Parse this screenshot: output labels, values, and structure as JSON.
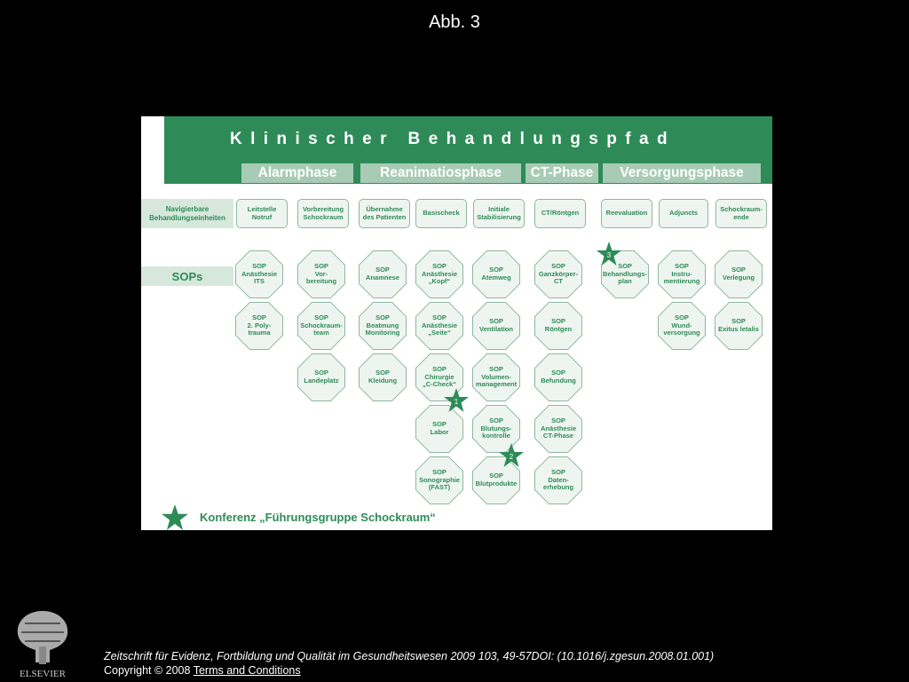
{
  "figure_label": "Abb. 3",
  "diagram": {
    "title": "Klinischer Behandlungspfad",
    "phases": [
      "Alarmphase",
      "Reanimatiosphase",
      "CT-Phase",
      "Versorgungsphase"
    ],
    "row_label_units": "Navigierbare\nBehandlungseinheiten",
    "row_label_sops": "SOPs",
    "units": [
      "Leitstelle\nNotruf",
      "Vorbereitung\nSchockraum",
      "Übernahme\ndes Patienten",
      "Basischeck",
      "Initiale\nStabilisierung",
      "CT/Röntgen",
      "Reevaluation",
      "Adjuncts",
      "Schockraum-\nende"
    ],
    "sop_columns": [
      [
        "SOP\nAnästhesie\nITS",
        "SOP\n2. Poly-\ntrauma"
      ],
      [
        "SOP\nVor-\nbereitung",
        "SOP\nSchockraum-\nteam",
        "SOP\nLandeplatz"
      ],
      [
        "SOP\nAnamnese",
        "SOP\nBeatmung\nMonitoring",
        "SOP\nKleidung"
      ],
      [
        "SOP\nAnästhesie\n„Kopf“",
        "SOP\nAnästhesie\n„Seite“",
        "SOP\nChirurgie\n„C-Check“",
        "SOP\nLabor",
        "SOP\nSonographie\n(FAST)"
      ],
      [
        "SOP\nAtemweg",
        "SOP\nVentilation",
        "SOP\nVolumen-\nmanagement",
        "SOP\nBlutungs-\nkontrolle",
        "SOP\nBlutprodukte"
      ],
      [
        "SOP\nGanzkörper-\nCT",
        "SOP\nRöntgen",
        "SOP\nBefundung",
        "SOP\nAnästhesie\nCT-Phase",
        "SOP\nDaten-\nerhebung"
      ],
      [
        "SOP\nBehandlungs-\nplan"
      ],
      [
        "SOP\nInstru-\nmentierung",
        "SOP\nWund-\nversorgung"
      ],
      [
        "SOP\nVerlegung",
        "SOP\nExitus letalis"
      ]
    ],
    "stars": [
      "1",
      "2",
      "3"
    ],
    "legend": "Konferenz „Führungsgruppe Schockraum“",
    "colors": {
      "green": "#2e8b57",
      "light_green": "#a7cbb4",
      "pale": "#eef5f0"
    }
  },
  "footer": {
    "citation": "Zeitschrift für Evidenz, Fortbildung und Qualität im Gesundheitswesen 2009 103, 49-57DOI: (10.1016/j.zgesun.2008.01.001)",
    "copyright": "Copyright © 2008 ",
    "terms": " Terms and Conditions",
    "publisher": "ELSEVIER"
  }
}
